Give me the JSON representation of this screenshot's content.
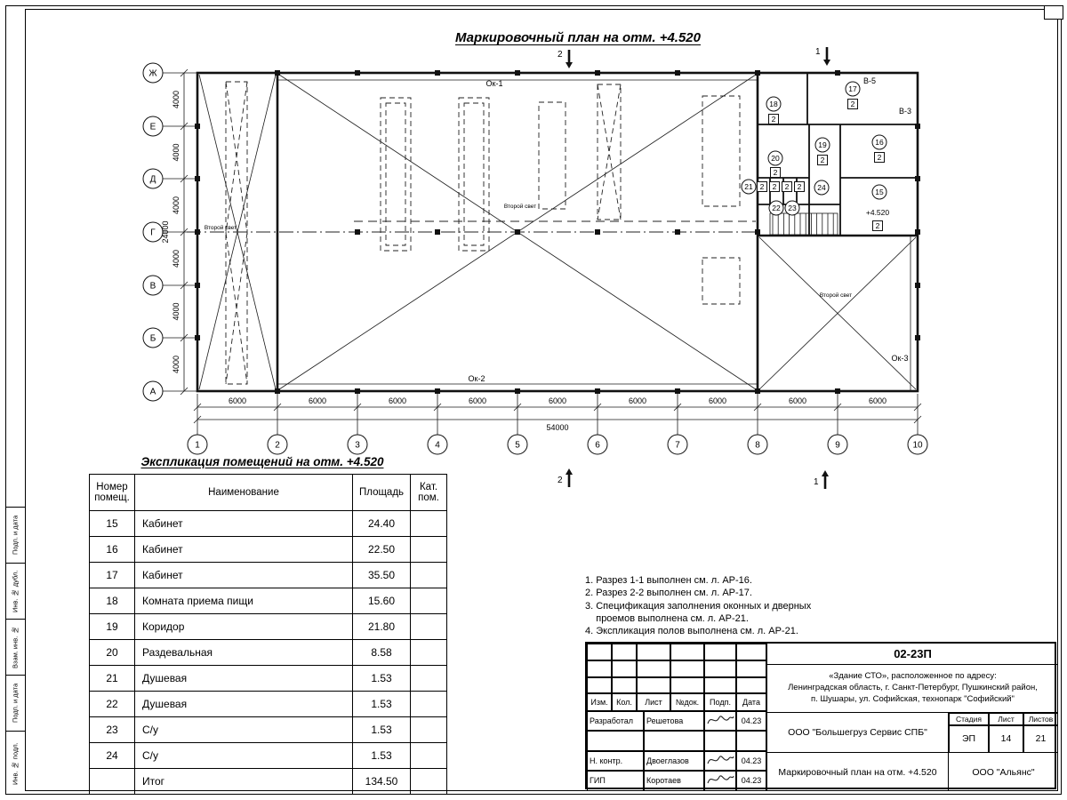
{
  "page": {
    "title": "Маркировочный план на отм. +4.520"
  },
  "plan": {
    "row_axes": [
      "Ж",
      "Е",
      "Д",
      "Г",
      "В",
      "Б",
      "А"
    ],
    "row_dims": [
      "4000",
      "4000",
      "4000",
      "4000",
      "4000",
      "4000"
    ],
    "row_total": "24000",
    "col_axes": [
      "1",
      "2",
      "3",
      "4",
      "5",
      "6",
      "7",
      "8",
      "9",
      "10"
    ],
    "col_dims": [
      "6000",
      "6000",
      "6000",
      "6000",
      "6000",
      "6000",
      "6000",
      "6000",
      "6000"
    ],
    "col_total": "54000",
    "window_labels": {
      "top": "Ок-1",
      "bottom": "Ок-2",
      "right": "Ок-3"
    },
    "vent_labels": [
      "В-5",
      "В-3"
    ],
    "elevation": "+4.520",
    "second_light": "Второй свет",
    "section_marks": [
      "1",
      "2"
    ],
    "rooms": [
      {
        "num": "15",
        "cat": "2"
      },
      {
        "num": "16",
        "cat": "2"
      },
      {
        "num": "17",
        "cat": "2"
      },
      {
        "num": "18",
        "cat": "2"
      },
      {
        "num": "19",
        "cat": "2"
      },
      {
        "num": "20",
        "cat": "2"
      },
      {
        "num": "21",
        "cat": "2"
      },
      {
        "num": "22",
        "cat": "2"
      },
      {
        "num": "23",
        "cat": "2"
      },
      {
        "num": "24",
        "cat": "2"
      }
    ]
  },
  "schedule": {
    "title": "Экспликация помещений на отм. +4.520",
    "headers": [
      "Номер\nпомещ.",
      "Наименование",
      "Площадь",
      "Кат.\nпом."
    ],
    "rows": [
      {
        "num": "15",
        "name": "Кабинет",
        "area": "24.40",
        "cat": ""
      },
      {
        "num": "16",
        "name": "Кабинет",
        "area": "22.50",
        "cat": ""
      },
      {
        "num": "17",
        "name": "Кабинет",
        "area": "35.50",
        "cat": ""
      },
      {
        "num": "18",
        "name": "Комната приема пищи",
        "area": "15.60",
        "cat": ""
      },
      {
        "num": "19",
        "name": "Коридор",
        "area": "21.80",
        "cat": ""
      },
      {
        "num": "20",
        "name": "Раздевальная",
        "area": "8.58",
        "cat": ""
      },
      {
        "num": "21",
        "name": "Душевая",
        "area": "1.53",
        "cat": ""
      },
      {
        "num": "22",
        "name": "Душевая",
        "area": "1.53",
        "cat": ""
      },
      {
        "num": "23",
        "name": "С/у",
        "area": "1.53",
        "cat": ""
      },
      {
        "num": "24",
        "name": "С/у",
        "area": "1.53",
        "cat": ""
      },
      {
        "num": "",
        "name": "Итог",
        "area": "134.50",
        "cat": ""
      }
    ]
  },
  "notes": [
    "1. Разрез 1-1 выполнен см. л. АР-16.",
    "2. Разрез 2-2 выполнен см. л. АР-17.",
    "3. Спецификация заполнения оконных и дверных\n    проемов выполнена см. л. АР-21.",
    "4. Экспликация полов выполнена см. л. АР-21."
  ],
  "titleblock": {
    "doc_number": "02-23П",
    "project": "«Здание СТО», расположенное по адресу:\nЛенинградская область, г. Санкт-Петербург, Пушкинский район,\nп. Шушары, ул. Софийская, технопарк \"Софийский\"",
    "columns": [
      "Изм.",
      "Кол.",
      "Лист",
      "№док.",
      "Подп.",
      "Дата"
    ],
    "staff": [
      {
        "role": "Разработал",
        "name": "Решетова",
        "date": "04.23"
      },
      {
        "role": "Н. контр.",
        "name": "Двоеглазов",
        "date": "04.23"
      },
      {
        "role": "ГИП",
        "name": "Коротаев",
        "date": "04.23"
      }
    ],
    "company1": "ООО \"Большегруз Сервис СПБ\"",
    "stage_label": "Стадия",
    "sheet_label": "Лист",
    "sheets_label": "Листов",
    "stage": "ЭП",
    "sheet": "14",
    "sheets": "21",
    "drawing_title": "Маркировочный план на отм. +4.520",
    "company2": "ООО \"Альянс\""
  },
  "frame_labels": [
    "Инв. № подл.",
    "Подп. и дата",
    "Взам. инв. №",
    "Инв. № дубл.",
    "Подп. и дата"
  ]
}
